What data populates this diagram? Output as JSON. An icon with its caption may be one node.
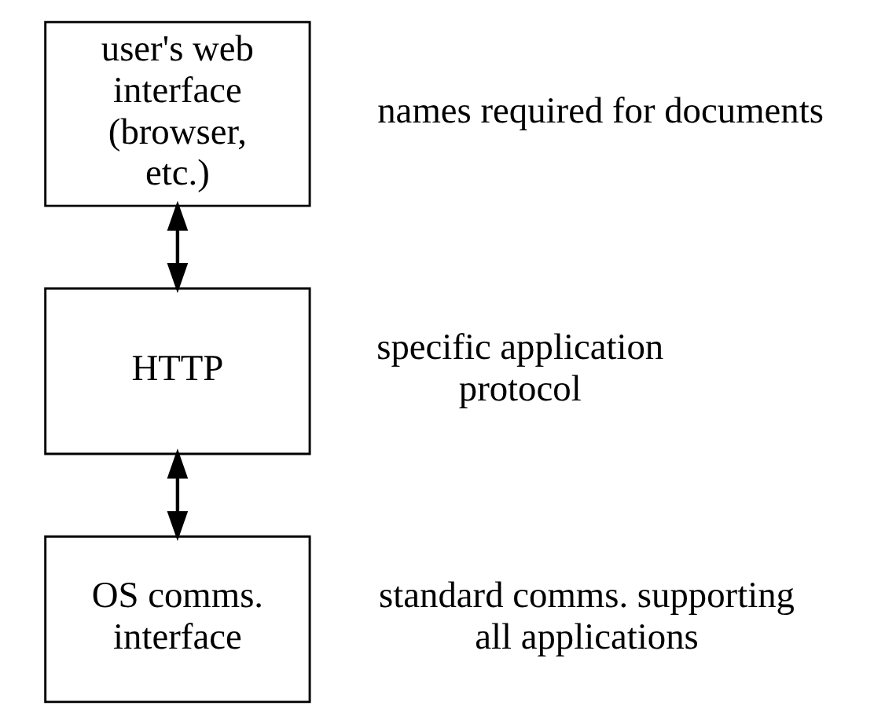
{
  "diagram": {
    "nodes": [
      {
        "text": [
          "user's web interface (browser, etc.)"
        ],
        "beside": [
          "names required for documents"
        ]
      },
      {
        "text": [
          "HTTP"
        ],
        "beside": [
          "specific application protocol"
        ]
      },
      {
        "text": [
          "OS comms. interface"
        ],
        "beside": [
          "standard comms. supporting all applications"
        ]
      }
    ],
    "edges": [
      {
        "from": 0,
        "to": 1,
        "arrow": "both"
      },
      {
        "from": 1,
        "to": 2,
        "arrow": "both"
      }
    ]
  }
}
